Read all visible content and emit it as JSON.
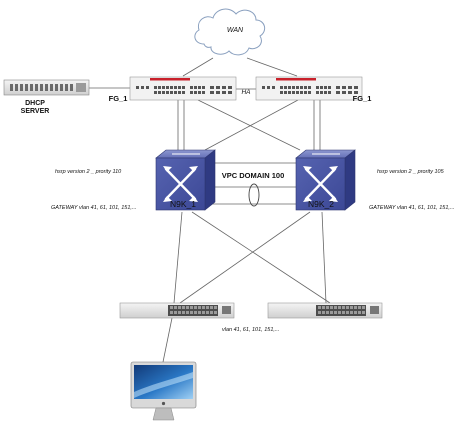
{
  "nodes": {
    "wan": {
      "label": "WAN"
    },
    "dhcp_server": {
      "label_line1": "DHCP",
      "label_line2": "SERVER"
    },
    "fw_left": {
      "label": "FG_1",
      "brand_color": "#c8202a"
    },
    "fw_right": {
      "label": "FG_1",
      "brand_color": "#c8202a"
    },
    "nexus_left": {
      "label": "N9K_1"
    },
    "nexus_right": {
      "label": "N9K_2"
    },
    "access_left": {},
    "access_right": {},
    "workstation": {}
  },
  "links": {
    "ha_label": "HA",
    "vpc_label": "VPC DOMAIN 100"
  },
  "annotations": {
    "hsrp_left": "hsrp version 2 _ prority 110",
    "hsrp_right": "hsrp version 2 _ prority 105",
    "gateway_left": "GATEWAY vlan 41, 61, 101, 151,...",
    "gateway_right": "GATEWAY vlan 41, 61, 101, 151,...",
    "access_vlans": "vlan 41, 61, 101, 151,..."
  },
  "colors": {
    "nexus_blue": "#4a58a8",
    "cloud_stroke": "#8aa0bf",
    "line": "#666666",
    "monitor_screen": "#2a74c0"
  }
}
